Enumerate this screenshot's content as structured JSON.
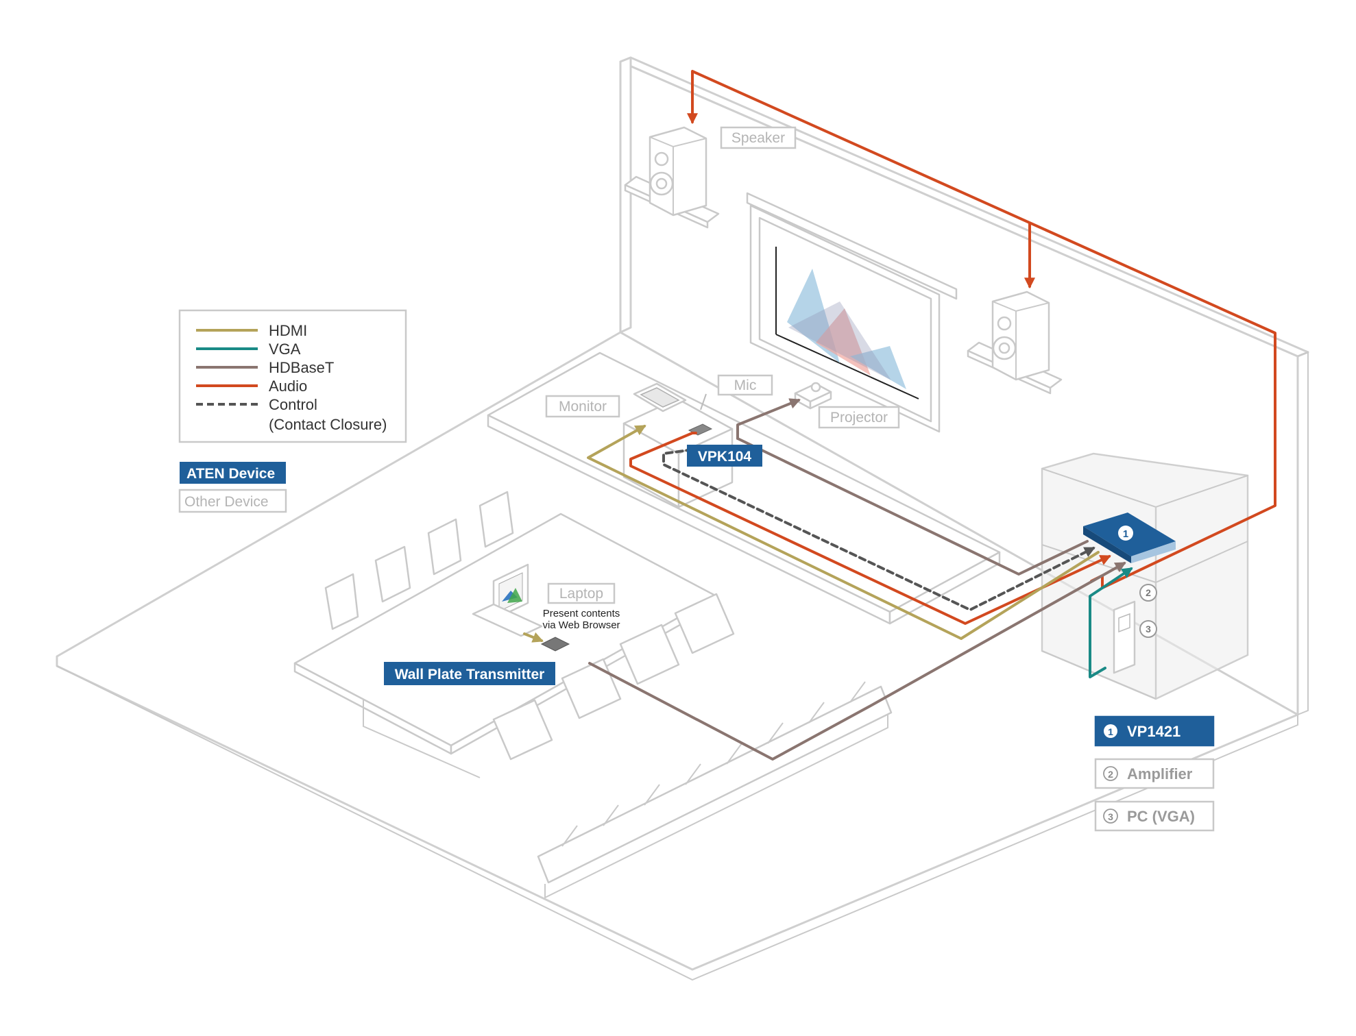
{
  "legend": {
    "items": [
      {
        "label": "HDMI",
        "color": "#b4a35a",
        "dashed": false
      },
      {
        "label": "VGA",
        "color": "#1a8a86",
        "dashed": false
      },
      {
        "label": "HDBaseT",
        "color": "#8a7570",
        "dashed": false
      },
      {
        "label": "Audio",
        "color": "#d2491f",
        "dashed": false
      },
      {
        "label": "Control",
        "color": "#555555",
        "dashed": true
      }
    ],
    "control_note": "(Contact Closure)",
    "aten_device": "ATEN Device",
    "other_device": "Other Device"
  },
  "labels": {
    "speaker": "Speaker",
    "mic": "Mic",
    "monitor": "Monitor",
    "projector": "Projector",
    "vpk104": "VPK104",
    "laptop": "Laptop",
    "laptop_note_1": "Present contents",
    "laptop_note_2": "via Web Browser",
    "wall_plate": "Wall Plate Transmitter"
  },
  "devices": [
    {
      "number": "1",
      "label": "VP1421",
      "kind": "aten"
    },
    {
      "number": "2",
      "label": "Amplifier",
      "kind": "other"
    },
    {
      "number": "3",
      "label": "PC (VGA)",
      "kind": "other"
    }
  ],
  "colors": {
    "aten_blue": "#1f5f9a",
    "hdmi": "#b4a35a",
    "vga": "#1a8a86",
    "hdbaset": "#8a7570",
    "audio": "#d2491f",
    "control": "#555555"
  }
}
